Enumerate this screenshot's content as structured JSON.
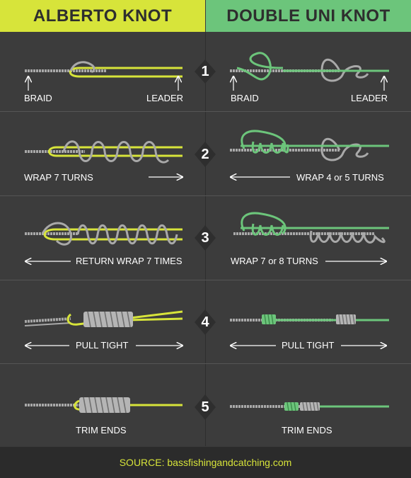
{
  "headers": {
    "left": "ALBERTO KNOT",
    "right": "DOUBLE UNI KNOT"
  },
  "steps": [
    {
      "number": "1",
      "left_label_a": "BRAID",
      "left_label_b": "LEADER",
      "right_label_a": "BRAID",
      "right_label_b": "LEADER"
    },
    {
      "number": "2",
      "left_label": "WRAP 7 TURNS",
      "right_label": "WRAP 4 or 5 TURNS"
    },
    {
      "number": "3",
      "left_label": "RETURN WRAP 7 TIMES",
      "right_label": "WRAP 7 or 8 TURNS"
    },
    {
      "number": "4",
      "left_label": "PULL TIGHT",
      "right_label": "PULL TIGHT"
    },
    {
      "number": "5",
      "left_label": "TRIM ENDS",
      "right_label": "TRIM ENDS"
    }
  ],
  "footer": {
    "source": "SOURCE: bassfishingandcatching.com"
  },
  "colors": {
    "yellow": "#d7e43a",
    "green": "#6cc57b",
    "grey_line": "#a9a9a9",
    "background": "#3c3c3c"
  }
}
